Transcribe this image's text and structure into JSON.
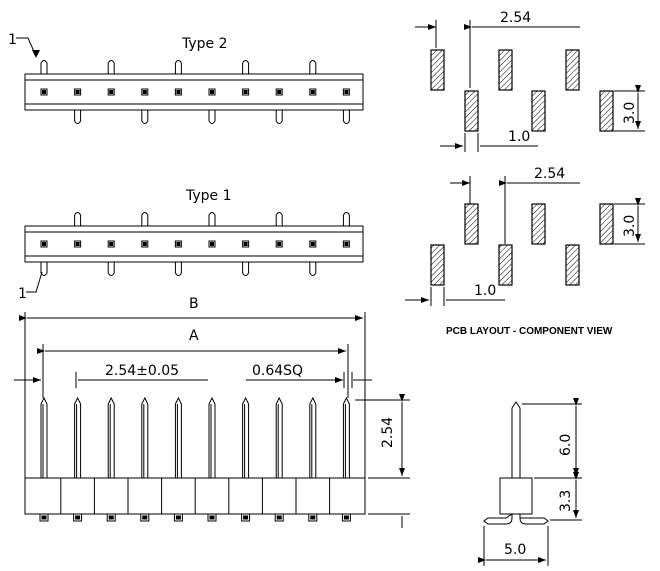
{
  "labels": {
    "type2": "Type 2",
    "type1": "Type 1",
    "pin1_marker_top": "1",
    "pin1_marker_bottom": "1",
    "dim_B": "B",
    "dim_A": "A",
    "pitch_tolerance": "2.54±0.05",
    "pin_square": "0.64SQ",
    "pin_height_front": "2.54",
    "pcb_pitch_top": "2.54",
    "pcb_pad_height_top": "3.0",
    "pcb_pad_width_top": "1.0",
    "pcb_pitch_bottom": "2.54",
    "pcb_pad_height_bottom": "3.0",
    "pcb_pad_width_bottom": "1.0",
    "pcb_caption": "PCB LAYOUT - COMPONENT VIEW",
    "side_pin_length": "6.0",
    "side_body_height": "3.3",
    "side_foot_width": "5.0"
  }
}
